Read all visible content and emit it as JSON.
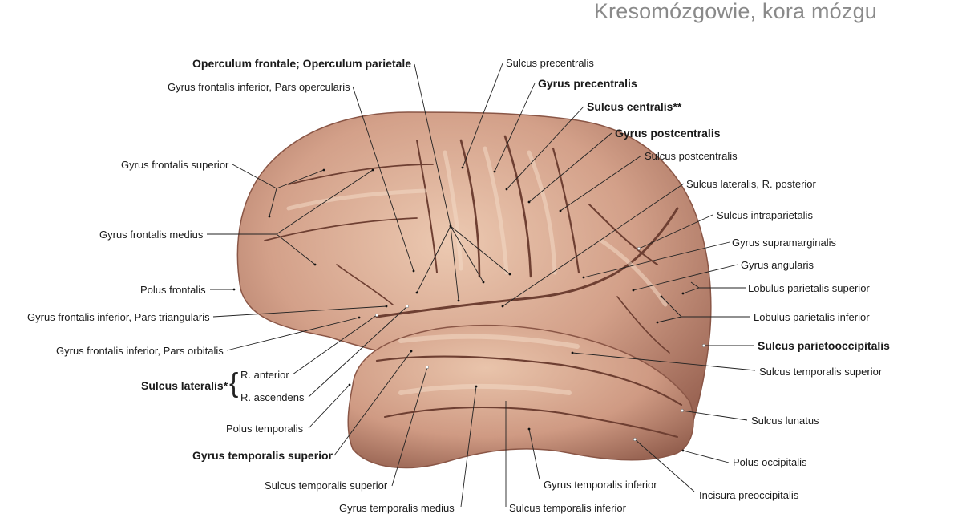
{
  "header": {
    "title": "Kresomózgowie, kora mózgu"
  },
  "labels": {
    "operculum": "Operculum frontale; Operculum parietale",
    "gf_inf_operc": "Gyrus frontalis inferior, Pars opercularis",
    "gf_sup": "Gyrus frontalis superior",
    "gf_med": "Gyrus frontalis medius",
    "polus_frontalis": "Polus frontalis",
    "gf_inf_triang": "Gyrus frontalis inferior, Pars triangularis",
    "gf_inf_orb": "Gyrus frontalis inferior, Pars orbitalis",
    "sulcus_lateralis": "Sulcus lateralis*",
    "r_anterior": "R. anterior",
    "r_ascendens": "R. ascendens",
    "polus_temporalis": "Polus temporalis",
    "gt_sup": "Gyrus temporalis superior",
    "st_sup_bottom": "Sulcus temporalis superior",
    "gt_med": "Gyrus temporalis medius",
    "st_inf": "Sulcus temporalis inferior",
    "gt_inf": "Gyrus temporalis inferior",
    "incisura": "Incisura preoccipitalis",
    "polus_occ": "Polus occipitalis",
    "sulcus_lunatus": "Sulcus lunatus",
    "st_sup_right": "Sulcus temporalis superior",
    "sulcus_po": "Sulcus parietooccipitalis",
    "lob_par_inf": "Lobulus parietalis inferior",
    "lob_par_sup": "Lobulus parietalis superior",
    "gyrus_ang": "Gyrus angularis",
    "gyrus_supram": "Gyrus supramarginalis",
    "sulcus_intrapar": "Sulcus intraparietalis",
    "sulcus_lat_post": "Sulcus lateralis, R. posterior",
    "sulcus_postc": "Sulcus postcentralis",
    "gyrus_postc": "Gyrus postcentralis",
    "sulcus_c": "Sulcus centralis**",
    "gyrus_prec": "Gyrus precentralis",
    "sulcus_prec": "Sulcus precentralis"
  },
  "colors": {
    "cortex_light": "#e8c2a8",
    "cortex_mid": "#c8917a",
    "cortex_dark": "#8a5646",
    "sulcus": "#6e3f32",
    "leader": "#222222"
  }
}
